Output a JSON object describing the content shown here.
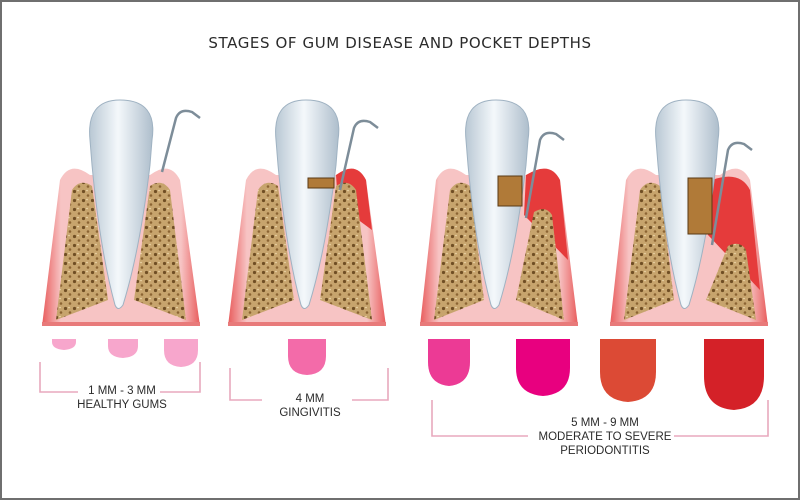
{
  "title": "STAGES OF GUM DISEASE AND POCKET DEPTHS",
  "stages": [
    {
      "range": "1 MM - 3 MM",
      "name": "HEALTHY GUMS"
    },
    {
      "range": "4 MM",
      "name": "GINGIVITIS"
    },
    {
      "range": "5 MM - 9 MM",
      "name_line1": "MODERATE TO SEVERE",
      "name_line2": "PERIODONTITIS"
    }
  ],
  "colors": {
    "gum": "#ef8f8f",
    "gum_light": "#f9cdcd",
    "bone": "#c4a06a",
    "enamel": "#e6eef4",
    "bracket": "#e8a9bd",
    "pocket_healthy": "#f7a6cc",
    "pocket_gingivitis": "#f36ba9",
    "pocket_magenta": "#e8007f",
    "pocket_orange_red": "#dc4a35",
    "pocket_deep_red": "#d42128"
  }
}
